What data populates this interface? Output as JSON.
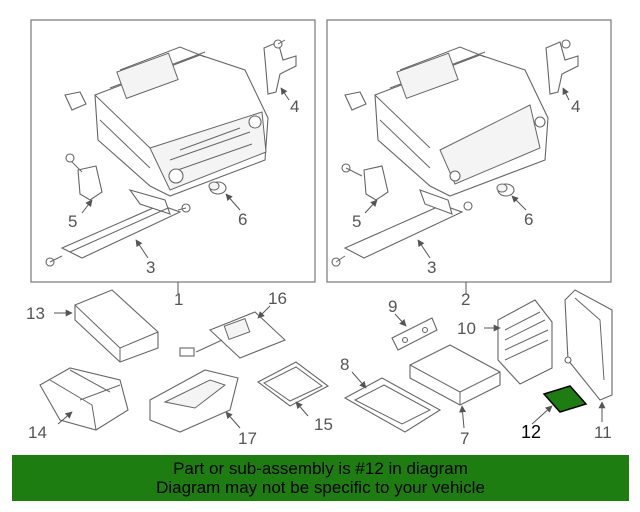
{
  "callouts": {
    "c1": "1",
    "c2": "2",
    "c3a": "3",
    "c3b": "3",
    "c4a": "4",
    "c4b": "4",
    "c5a": "5",
    "c5b": "5",
    "c6a": "6",
    "c6b": "6",
    "c7": "7",
    "c8": "8",
    "c9": "9",
    "c10": "10",
    "c11": "11",
    "c12": "12",
    "c13": "13",
    "c14": "14",
    "c15": "15",
    "c16": "16",
    "c17": "17"
  },
  "highlight": {
    "part_number": "12",
    "color": "#1e7d10"
  },
  "banner": {
    "line1": "Part or sub-assembly is #12 in diagram",
    "line2": "Diagram may not be specific to your vehicle",
    "background": "#1e7d10"
  }
}
